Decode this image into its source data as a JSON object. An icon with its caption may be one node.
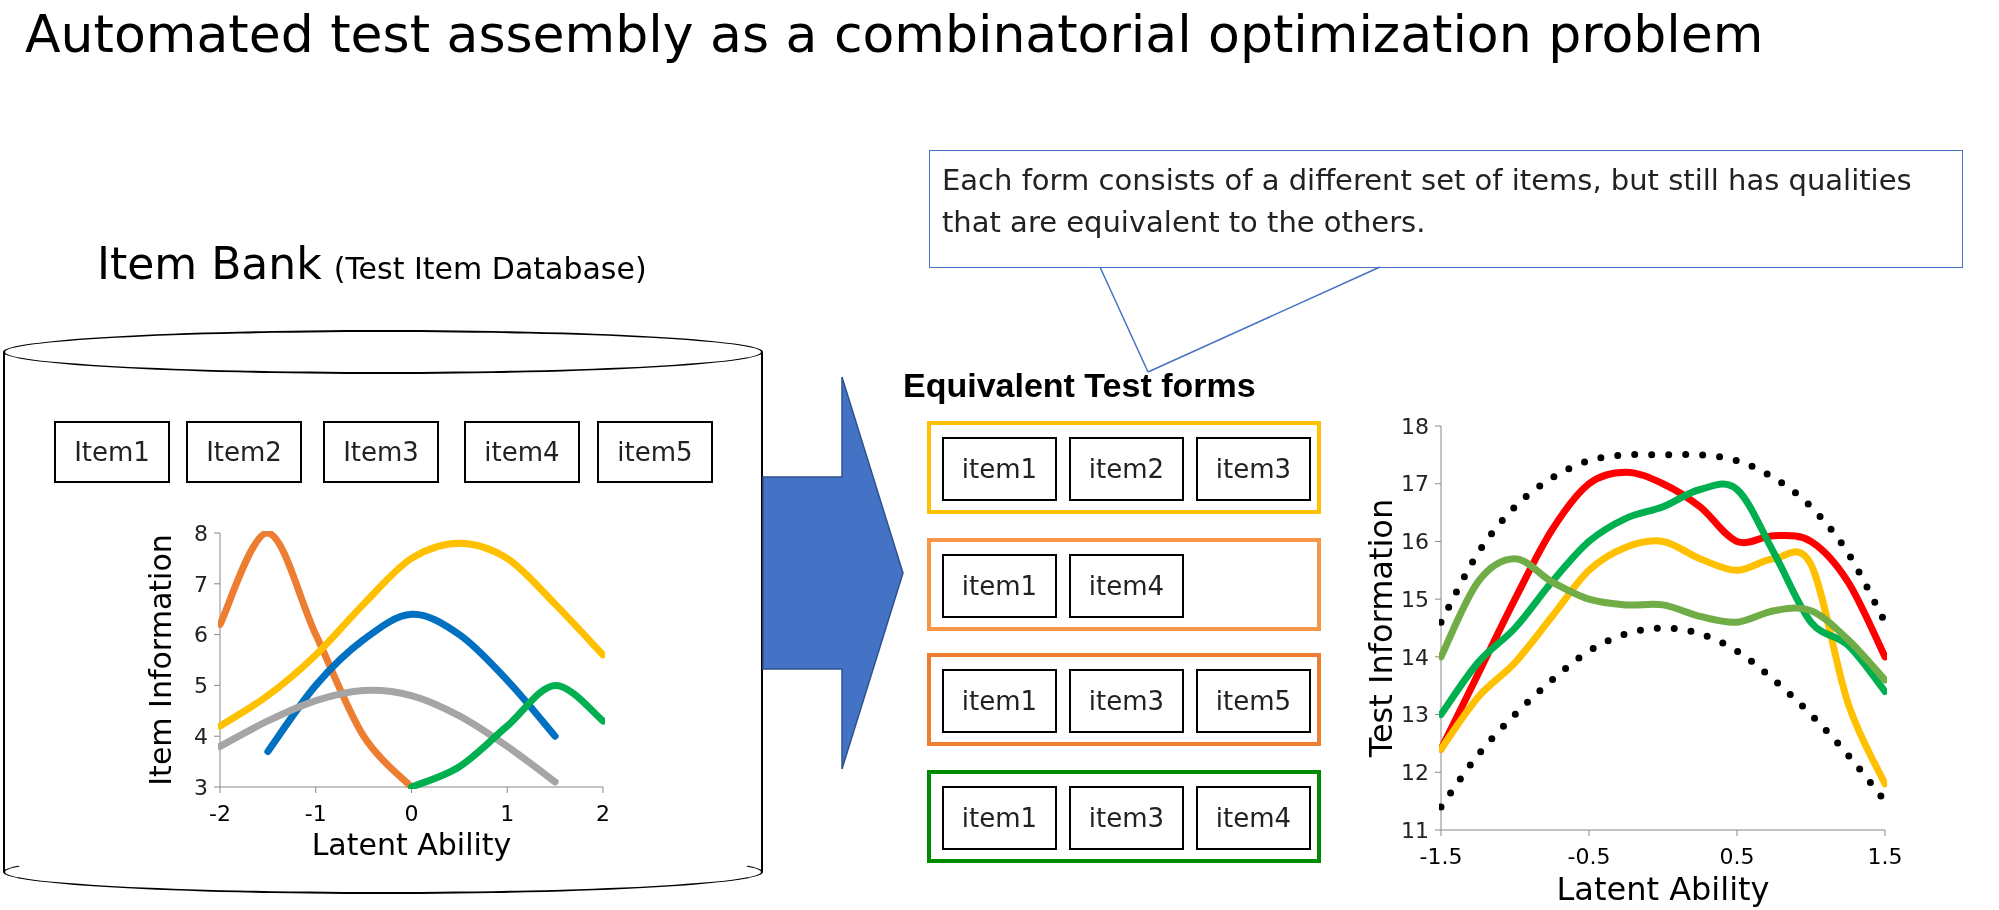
{
  "diagram": {
    "title": "Automated test assembly as a combinatorial optimization problem",
    "nodes": [
      {
        "text": [
          "Item Bank",
          "(Test Item Database)"
        ]
      },
      {
        "text": [
          "Item1"
        ],
        "in": 0
      },
      {
        "text": [
          "Item2"
        ],
        "in": 0
      },
      {
        "text": [
          "Item3"
        ],
        "in": 0
      },
      {
        "text": [
          "item4"
        ],
        "in": 0
      },
      {
        "text": [
          "item5"
        ],
        "in": 0
      },
      {
        "text": [
          "Equivalent Test forms"
        ]
      },
      {
        "text": [],
        "shape": "box",
        "in": 6
      },
      {
        "text": [
          "item1"
        ],
        "in": 7
      },
      {
        "text": [
          "item2"
        ],
        "in": 7
      },
      {
        "text": [
          "item3"
        ],
        "in": 7
      },
      {
        "text": [],
        "shape": "box",
        "in": 6
      },
      {
        "text": [
          "item1"
        ],
        "in": 11
      },
      {
        "text": [
          "item4"
        ],
        "in": 11
      },
      {
        "text": [],
        "shape": "box",
        "in": 6
      },
      {
        "text": [
          "item1"
        ],
        "in": 14
      },
      {
        "text": [
          "item3"
        ],
        "in": 14
      },
      {
        "text": [
          "item5"
        ],
        "in": 14
      },
      {
        "text": [],
        "shape": "box",
        "in": 6
      },
      {
        "text": [
          "item1"
        ],
        "in": 18
      },
      {
        "text": [
          "item3"
        ],
        "in": 18
      },
      {
        "text": [
          "item4"
        ],
        "in": 18
      },
      {
        "text": [
          "Each form consists of a different set of items, but still has qualities that are equivalent to the others."
        ]
      }
    ],
    "edges": [
      {
        "from": 0,
        "to": 6,
        "arrow": "to",
        "style": "thick",
        "color": "#4472c4"
      },
      {
        "from": 22,
        "to": 6,
        "arrow": "none",
        "color": "#4472c4"
      }
    ],
    "chart_data": [
      {
        "type": "line",
        "xlabel": "Latent Ability",
        "ylabel": "Item Information",
        "x": [
          -2,
          -1.5,
          -1,
          -0.5,
          0,
          0.5,
          1,
          1.5,
          2
        ],
        "xlim": [
          -2,
          2
        ],
        "ylim": [
          3,
          8
        ],
        "xticks": [
          -2,
          -1,
          0,
          1,
          2
        ],
        "yticks": [
          3,
          4,
          5,
          6,
          7,
          8
        ],
        "series": [
          {
            "color": "#ed7d31",
            "values": [
              6.2,
              8,
              6,
              4,
              3,
              null,
              null,
              null,
              null
            ]
          },
          {
            "color": "#ffc000",
            "values": [
              4.2,
              4.8,
              5.6,
              6.6,
              7.5,
              7.8,
              7.5,
              6.6,
              5.6
            ]
          },
          {
            "color": "#0070c0",
            "values": [
              null,
              3.7,
              5,
              5.9,
              6.4,
              6,
              5.1,
              4,
              null
            ]
          },
          {
            "color": "#a5a5a5",
            "values": [
              3.8,
              4.3,
              4.7,
              4.9,
              4.8,
              4.4,
              3.8,
              3.1,
              null
            ]
          },
          {
            "color": "#00b050",
            "values": [
              null,
              null,
              null,
              null,
              3,
              3.4,
              4.2,
              5,
              4.3
            ]
          }
        ]
      },
      {
        "type": "line",
        "xlabel": "Latent Ability",
        "ylabel": "Test Information",
        "x": [
          -1.5,
          -1.25,
          -1,
          -0.75,
          -0.5,
          -0.25,
          0,
          0.25,
          0.5,
          0.75,
          1,
          1.25,
          1.5
        ],
        "xlim": [
          -1.5,
          1.5
        ],
        "ylim": [
          11,
          18
        ],
        "xticks": [
          -1.5,
          -0.5,
          0.5,
          1.5
        ],
        "yticks": [
          11,
          12,
          13,
          14,
          15,
          16,
          17,
          18
        ],
        "series": [
          {
            "color": "#000000",
            "line_style": "dotted",
            "values": [
              14.6,
              15.8,
              16.6,
              17.1,
              17.4,
              17.5,
              17.5,
              17.5,
              17.4,
              17.1,
              16.6,
              15.8,
              14.6
            ]
          },
          {
            "color": "#000000",
            "line_style": "dotted",
            "values": [
              11.4,
              12.3,
              13.0,
              13.6,
              14.1,
              14.4,
              14.5,
              14.4,
              14.1,
              13.6,
              13.0,
              12.3,
              11.5
            ]
          },
          {
            "color": "#ff0000",
            "values": [
              12.4,
              13.7,
              15.0,
              16.2,
              17.0,
              17.2,
              17.0,
              16.6,
              16.0,
              16.1,
              16.0,
              15.3,
              14.0
            ]
          },
          {
            "color": "#ffc000",
            "values": [
              12.4,
              13.3,
              13.9,
              14.7,
              15.5,
              15.9,
              16.0,
              15.7,
              15.5,
              15.7,
              15.6,
              13.2,
              11.8
            ]
          },
          {
            "color": "#00b050",
            "values": [
              13.0,
              13.9,
              14.5,
              15.3,
              16.0,
              16.4,
              16.6,
              16.9,
              16.9,
              15.8,
              14.6,
              14.2,
              13.4
            ]
          },
          {
            "color": "#70ad47",
            "values": [
              14.0,
              15.3,
              15.7,
              15.3,
              15.0,
              14.9,
              14.9,
              14.7,
              14.6,
              14.8,
              14.8,
              14.3,
              13.6
            ]
          }
        ]
      }
    ]
  }
}
